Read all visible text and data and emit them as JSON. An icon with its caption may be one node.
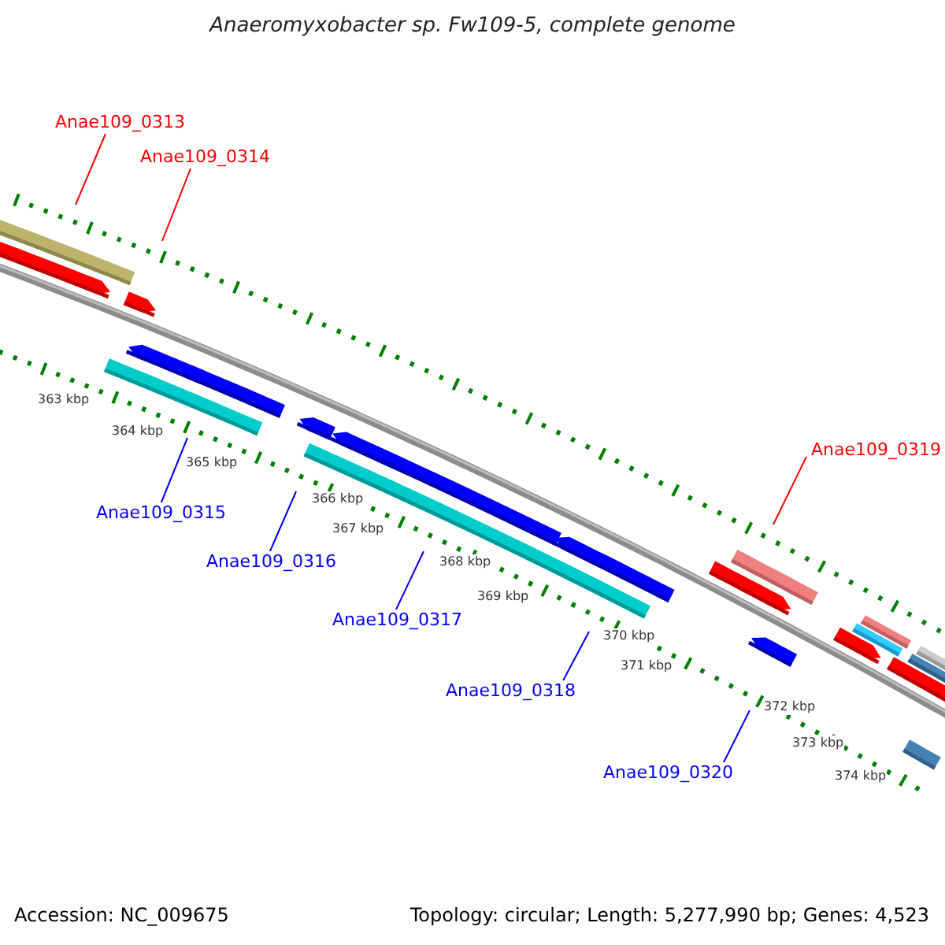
{
  "diagram": {
    "title": "Anaeromyxobacter sp. Fw109-5, complete genome",
    "nodes": [
      {
        "text": [
          "Anae109_0313"
        ]
      },
      {
        "text": [
          "Anae109_0314"
        ]
      },
      {
        "text": [
          "Anae109_0315"
        ]
      },
      {
        "text": [
          "Anae109_0316"
        ]
      },
      {
        "text": [
          "Anae109_0317"
        ]
      },
      {
        "text": [
          "Anae109_0318"
        ]
      },
      {
        "text": [
          "Anae109_0319"
        ]
      },
      {
        "text": [
          "Anae109_0320"
        ]
      }
    ],
    "edges": [
      {
        "from": 0,
        "to": null,
        "arrow": "none",
        "color": "#ff0000"
      },
      {
        "from": 1,
        "to": null,
        "arrow": "none",
        "color": "#ff0000"
      },
      {
        "from": 2,
        "to": null,
        "arrow": "none"
      },
      {
        "from": 3,
        "to": null,
        "arrow": "none"
      },
      {
        "from": 4,
        "to": null,
        "arrow": "none"
      },
      {
        "from": 5,
        "to": null,
        "arrow": "none"
      },
      {
        "from": 6,
        "to": null,
        "arrow": "none",
        "color": "#ff0000"
      },
      {
        "from": 7,
        "to": null,
        "arrow": "none"
      }
    ],
    "labels": [
      "363 kbp",
      "364 kbp",
      "365 kbp",
      "366 kbp",
      "367 kbp",
      "368 kbp",
      "369 kbp",
      "370 kbp",
      "371 kbp",
      "372 kbp",
      "373 kbp",
      "374 kbp",
      "Accession: NC_009675",
      "Topology: circular; Length: 5,277,990 bp; Genes: 4,523"
    ]
  }
}
